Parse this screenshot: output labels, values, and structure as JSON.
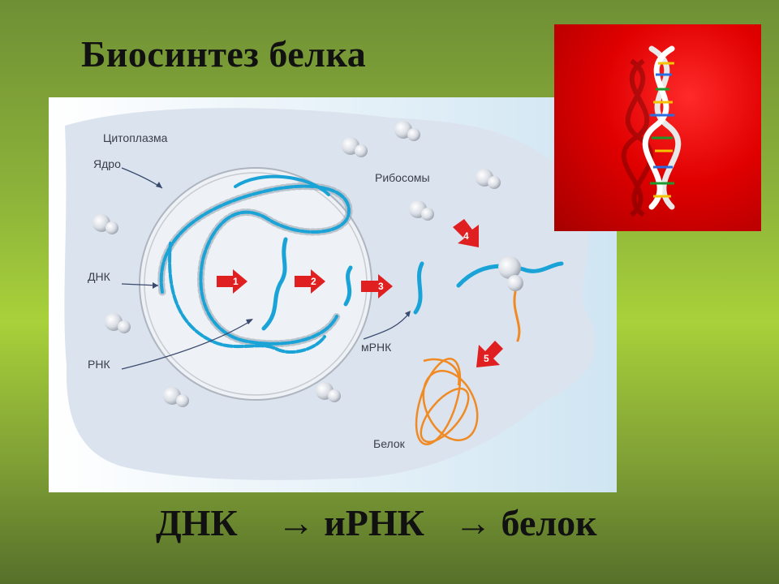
{
  "title": "Биосинтез белка",
  "labels": {
    "cytoplasm": "Цитоплазма",
    "nucleus": "Ядро",
    "dna": "ДНК",
    "rna": "РНК",
    "ribosomes": "Рибосомы",
    "mrna": "мРНК",
    "protein": "Белок"
  },
  "steps": [
    "1",
    "2",
    "3",
    "4",
    "5"
  ],
  "flow": {
    "a": "ДНК",
    "arrow1": "→",
    "b": "иРНК",
    "arrow2": "→",
    "c": "белок"
  },
  "colors": {
    "strand": "#1aa3d6",
    "arrow": "#e02020",
    "protein": "#f08a24",
    "cell": "#dfe6f0"
  }
}
